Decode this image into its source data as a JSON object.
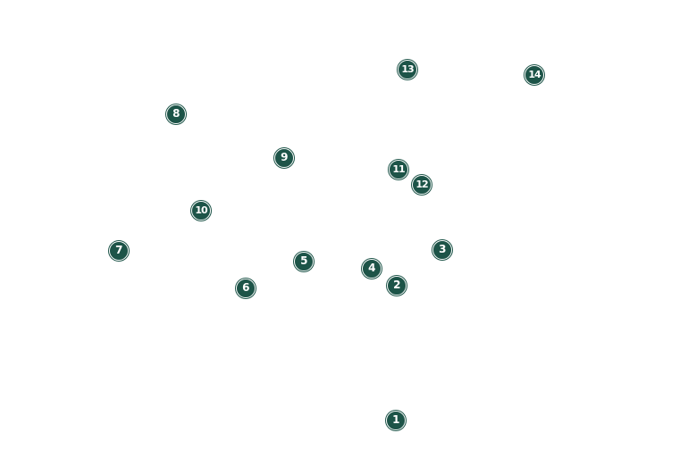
{
  "marker_color": "#1d5448",
  "marker_text_color": "#ffffff",
  "markers": [
    {
      "label": "1"
    },
    {
      "label": "2"
    },
    {
      "label": "3"
    },
    {
      "label": "4"
    },
    {
      "label": "5"
    },
    {
      "label": "6"
    },
    {
      "label": "7"
    },
    {
      "label": "8"
    },
    {
      "label": "9"
    },
    {
      "label": "10"
    },
    {
      "label": "11"
    },
    {
      "label": "12"
    },
    {
      "label": "13"
    },
    {
      "label": "14"
    }
  ]
}
